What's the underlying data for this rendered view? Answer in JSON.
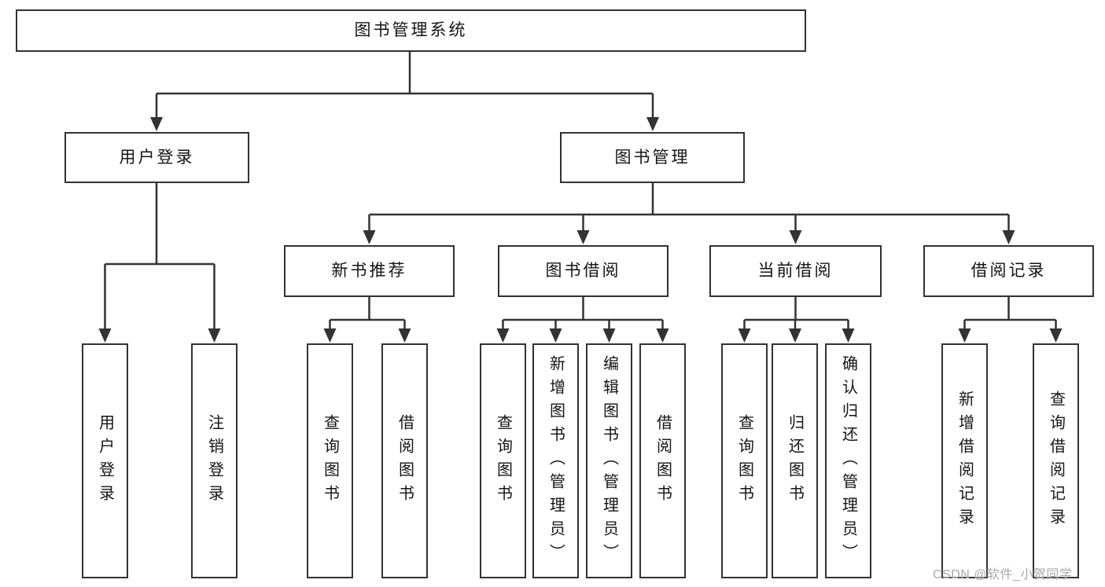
{
  "tree": {
    "root": "图书管理系统",
    "branches": [
      {
        "label": "用户登录",
        "children": [
          "用户登录",
          "注销登录"
        ]
      },
      {
        "label": "图书管理",
        "children": [
          {
            "label": "新书推荐",
            "children": [
              "查询图书",
              "借阅图书"
            ]
          },
          {
            "label": "图书借阅",
            "children": [
              "查询图书",
              "新增图书（管理员）",
              "编辑图书（管理员）",
              "借阅图书"
            ]
          },
          {
            "label": "当前借阅",
            "children": [
              "查询图书",
              "归还图书",
              "确认归还（管理员）"
            ]
          },
          {
            "label": "借阅记录",
            "children": [
              "新增借阅记录",
              "查询借阅记录"
            ]
          }
        ]
      }
    ]
  },
  "colors": {
    "line": "#333333",
    "box_border": "#323232",
    "text": "#141414",
    "watermark": "#a9a9a9",
    "background": "#ffffff"
  },
  "watermark": "CSDN @软件_小贺同学"
}
